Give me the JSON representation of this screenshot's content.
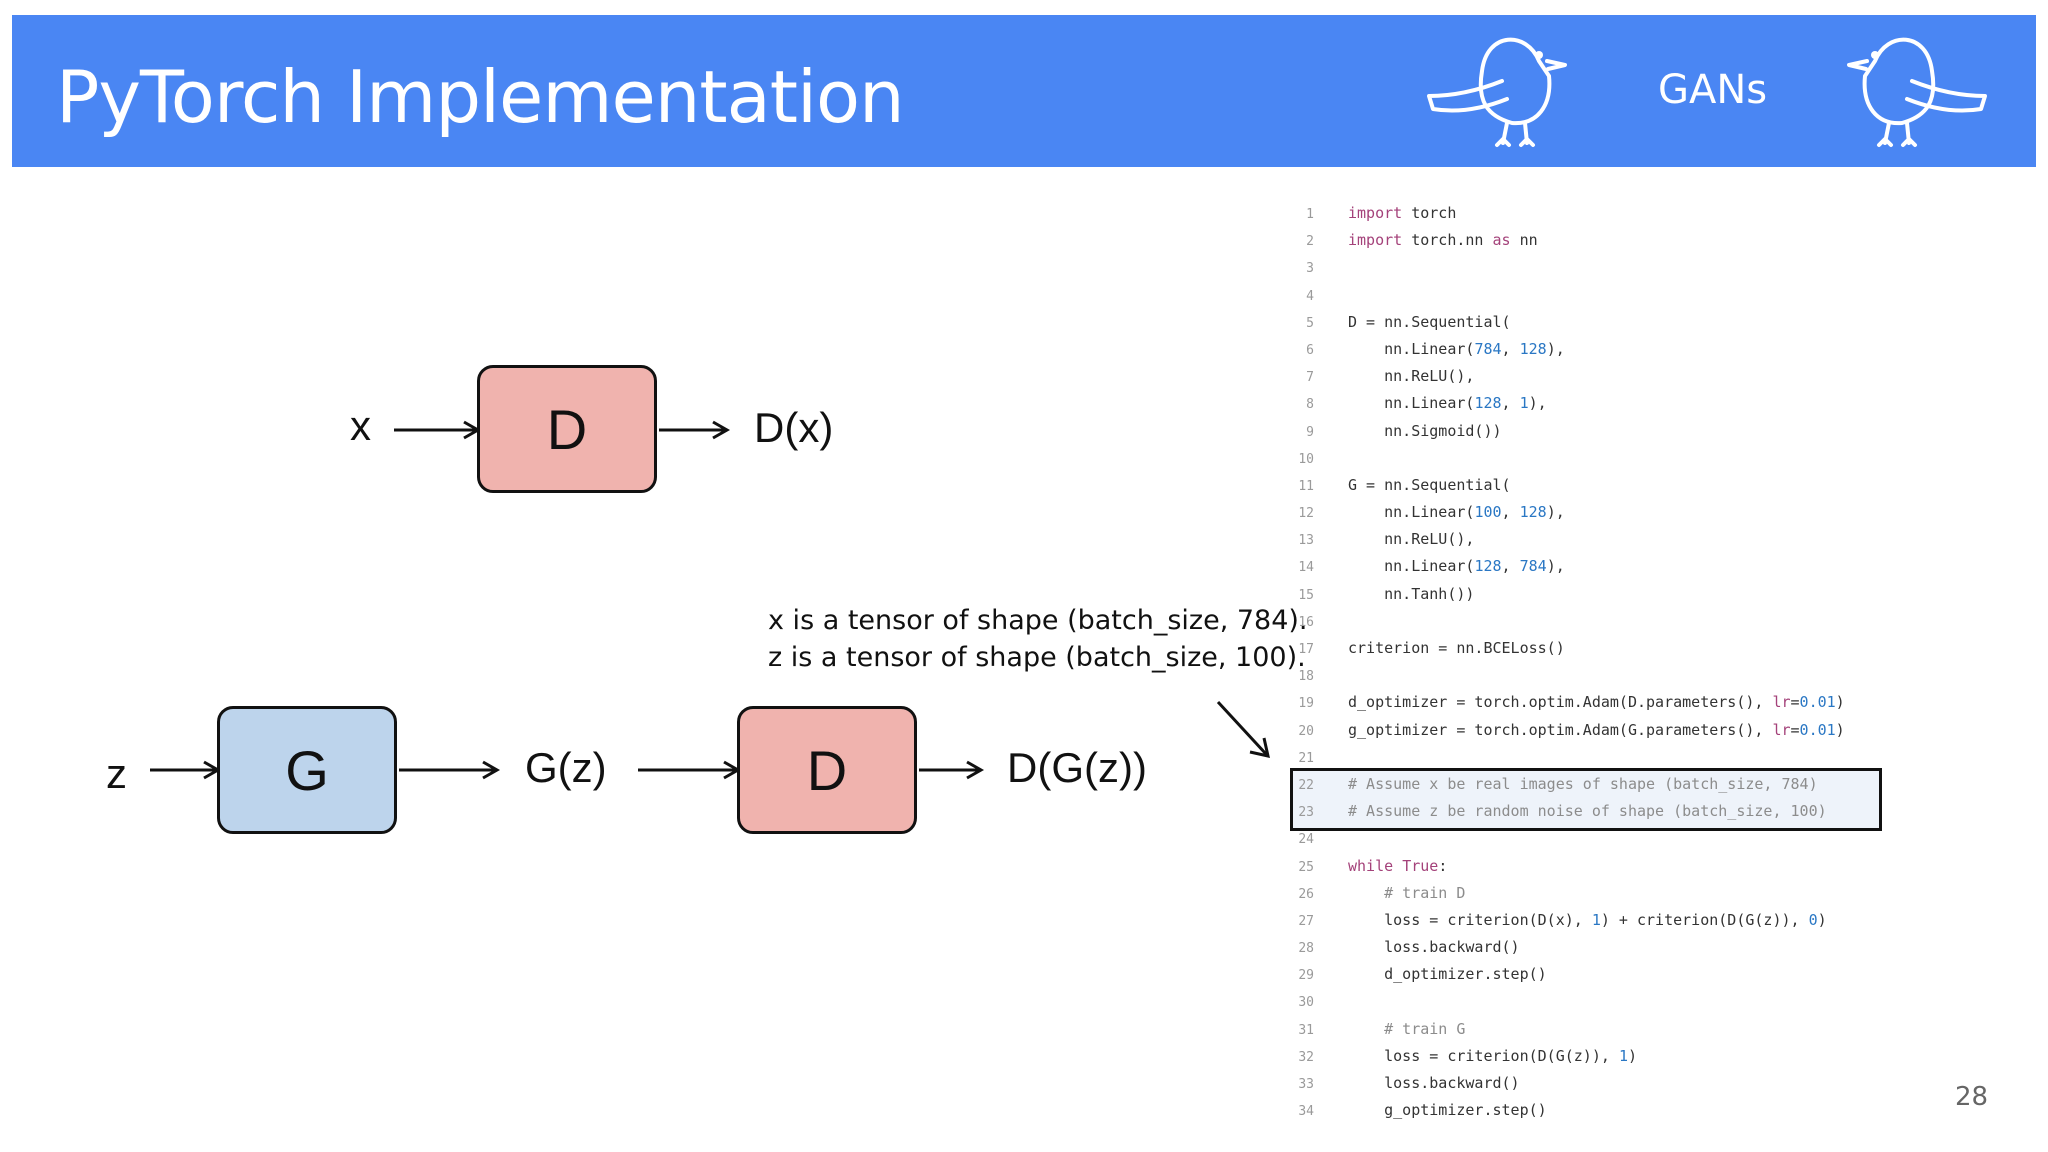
{
  "header": {
    "title": "PyTorch Implementation",
    "tag": "GANs",
    "bg_color": "#4a86f3",
    "icons": [
      "bird-icon",
      "bird-icon"
    ]
  },
  "diagram": {
    "top": {
      "input": "x",
      "box": "D",
      "output": "D(x)"
    },
    "bottom": {
      "input": "z",
      "gen_box": "G",
      "gen_output": "G(z)",
      "disc_box": "D",
      "output": "D(G(z))"
    },
    "note_line1": "x is a tensor of shape (batch_size, 784).",
    "note_line2": "z is a tensor of shape (batch_size, 100).",
    "d_color": "#f0b3ae",
    "g_color": "#bdd4ec"
  },
  "code": {
    "lines": [
      {
        "n": "1",
        "text": "import torch"
      },
      {
        "n": "2",
        "text": "import torch.nn as nn"
      },
      {
        "n": "3",
        "text": ""
      },
      {
        "n": "4",
        "text": ""
      },
      {
        "n": "5",
        "text": "D = nn.Sequential("
      },
      {
        "n": "6",
        "text": "    nn.Linear(784, 128),"
      },
      {
        "n": "7",
        "text": "    nn.ReLU(),"
      },
      {
        "n": "8",
        "text": "    nn.Linear(128, 1),"
      },
      {
        "n": "9",
        "text": "    nn.Sigmoid())"
      },
      {
        "n": "10",
        "text": ""
      },
      {
        "n": "11",
        "text": "G = nn.Sequential("
      },
      {
        "n": "12",
        "text": "    nn.Linear(100, 128),"
      },
      {
        "n": "13",
        "text": "    nn.ReLU(),"
      },
      {
        "n": "14",
        "text": "    nn.Linear(128, 784),"
      },
      {
        "n": "15",
        "text": "    nn.Tanh())"
      },
      {
        "n": "16",
        "text": ""
      },
      {
        "n": "17",
        "text": "criterion = nn.BCELoss()"
      },
      {
        "n": "18",
        "text": ""
      },
      {
        "n": "19",
        "text": "d_optimizer = torch.optim.Adam(D.parameters(), lr=0.01)"
      },
      {
        "n": "20",
        "text": "g_optimizer = torch.optim.Adam(G.parameters(), lr=0.01)"
      },
      {
        "n": "21",
        "text": ""
      },
      {
        "n": "22",
        "text": "# Assume x be real images of shape (batch_size, 784)"
      },
      {
        "n": "23",
        "text": "# Assume z be random noise of shape (batch_size, 100)"
      },
      {
        "n": "24",
        "text": ""
      },
      {
        "n": "25",
        "text": "while True:"
      },
      {
        "n": "26",
        "text": "    # train D"
      },
      {
        "n": "27",
        "text": "    loss = criterion(D(x), 1) + criterion(D(G(z)), 0)"
      },
      {
        "n": "28",
        "text": "    loss.backward()"
      },
      {
        "n": "29",
        "text": "    d_optimizer.step()"
      },
      {
        "n": "30",
        "text": ""
      },
      {
        "n": "31",
        "text": "    # train G"
      },
      {
        "n": "32",
        "text": "    loss = criterion(D(G(z)), 1)"
      },
      {
        "n": "33",
        "text": "    loss.backward()"
      },
      {
        "n": "34",
        "text": "    g_optimizer.step()"
      }
    ]
  },
  "page_number": "28"
}
